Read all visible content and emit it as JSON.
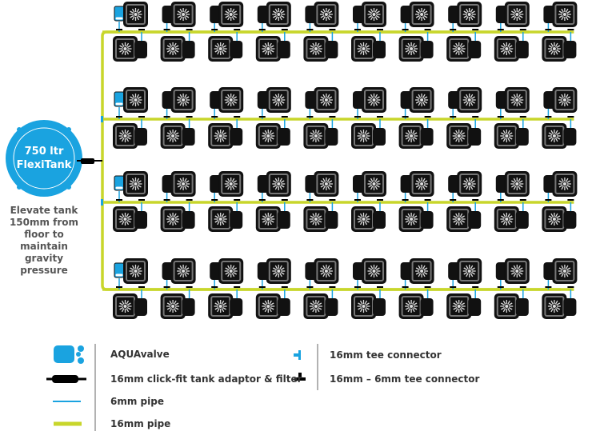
{
  "tank": {
    "line1": "750 ltr",
    "line2": "FlexiTank"
  },
  "note": "Elevate tank 150mm from floor to maintain gravity pressure",
  "layout": {
    "groups": 4,
    "pots_per_row": 10
  },
  "colors": {
    "blue": "#1aa3e0",
    "pipe16": "#c8d62b",
    "pot": "#111111",
    "face": "#777777"
  },
  "legend": [
    {
      "icon": "aquavalve-icon",
      "label": "AQUAvalve"
    },
    {
      "icon": "tank-adaptor-filter-icon",
      "label": "16mm click-fit tank adaptor & filter"
    },
    {
      "icon": "6mm-pipe-icon",
      "label": "6mm pipe"
    },
    {
      "icon": "16mm-pipe-icon",
      "label": "16mm pipe"
    },
    {
      "icon": "16mm-tee-icon",
      "label": "16mm tee connector"
    },
    {
      "icon": "16mm-6mm-tee-icon",
      "label": "16mm – 6mm tee connector"
    }
  ]
}
